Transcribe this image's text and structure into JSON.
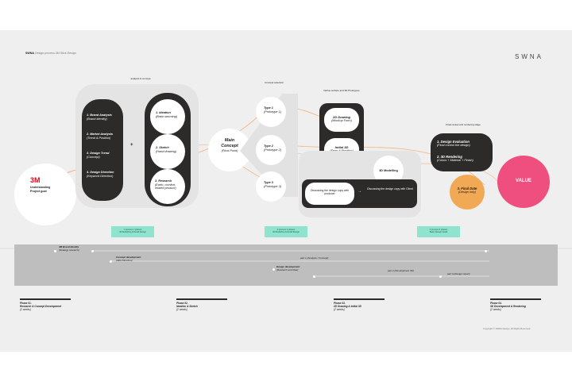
{
  "header": {
    "title_brand": "SWNA",
    "title_rest": "Design process 3M Stick Design",
    "logo": "SWNA"
  },
  "section_captions": {
    "analysis": "analysis & concept",
    "concept": "Concept selection",
    "refine": "Define surface and 3D Prototypes",
    "evaluation": "Final review and rendering stage"
  },
  "start": {
    "brand": "3M",
    "label_line1": "Understanding",
    "label_line2": "Project goal"
  },
  "analysis": [
    {
      "title": "1. Brand Analysis",
      "sub": "(Brand identity)"
    },
    {
      "title": "2. Market Analysis",
      "sub": "(Trend & Position)"
    },
    {
      "title": "3. Design Trend",
      "sub": "(Concept)"
    },
    {
      "title": "4. Design Direction",
      "sub": "(Keyword Direction)"
    }
  ],
  "plus": "+",
  "ideation": [
    {
      "title": "1. Ideation",
      "sub": "(Brain storming)"
    },
    {
      "title": "2. Sketch",
      "sub": "(Hand drawing)"
    },
    {
      "title": "3. Research",
      "sub": "(Earth, comfort, related product)"
    }
  ],
  "main_concept": {
    "line1": "Main",
    "line2": "Concept",
    "sub": "(Pivot Point)"
  },
  "types": [
    {
      "title": "Type 1",
      "sub": "(Prototype 1)"
    },
    {
      "title": "Type 2",
      "sub": "(Prototype 2)"
    },
    {
      "title": "Type 3",
      "sub": "(Prototype 3)"
    }
  ],
  "drawing": [
    {
      "title": "2D Drawing",
      "sub": "(Mockup Form)"
    },
    {
      "title": "Initial 3D",
      "sub": "(Form & Position)"
    }
  ],
  "modelling": {
    "title": "3D Modelling",
    "discuss_producer": "Discussing the design copy with producer",
    "discuss_client": "Discussing the design copy with Client",
    "arrow": "→"
  },
  "evaluation": [
    {
      "title": "1. Design Evaluation",
      "sub": "(Final control the design)"
    },
    {
      "title": "2. 3D Rendering",
      "sub": "(Colors + Material + Finish)"
    }
  ],
  "final_date": {
    "title": "3. Final Date",
    "sub": "(Design only)"
  },
  "value": "VALUE",
  "tags": [
    {
      "line1": "1 process 1 phases",
      "line2": "3D Modelling & Detail Design"
    },
    {
      "line1": "2 process 2 phases",
      "line2": "3D Modelling & Detail Design"
    },
    {
      "line1": "3 process 3 phases",
      "line2": "Basic Design Detail"
    }
  ],
  "timeline": [
    {
      "label": "3M Brand Identity",
      "sub": "(Strategy research)"
    },
    {
      "label": "Concept development",
      "sub": "(Idea Direction)"
    },
    {
      "label": "part 1 (Analysis / Concept)",
      "sub": ""
    },
    {
      "label": "Design development",
      "sub": "(Research and Idea)"
    },
    {
      "label": "part 2 (Development 3D)",
      "sub": ""
    },
    {
      "label": "part 3 (Design report)",
      "sub": ""
    }
  ],
  "phases": [
    {
      "title": "Phase 01.",
      "name": "Research & Concept Development",
      "weeks": "(2 weeks)"
    },
    {
      "title": "Phase 02.",
      "name": "Ideation & Sketch",
      "weeks": "(2 weeks)"
    },
    {
      "title": "Phase 03.",
      "name": "2D Drawing & Initial 3D",
      "weeks": "(2 weeks)"
    },
    {
      "title": "Phase 04.",
      "name": "3D Development & Rendering",
      "weeks": "(2 weeks)"
    }
  ],
  "copyright": "Copyright © SWNA Design. All Rights Reserved.",
  "colors": {
    "dark": "#2d2a2a",
    "accent_orange": "#f2a955",
    "value_pink": "#ee4f7e",
    "brand_red": "#e3001b",
    "tag_mint": "#8fe3cf",
    "flow_line": "#f4b27a"
  }
}
